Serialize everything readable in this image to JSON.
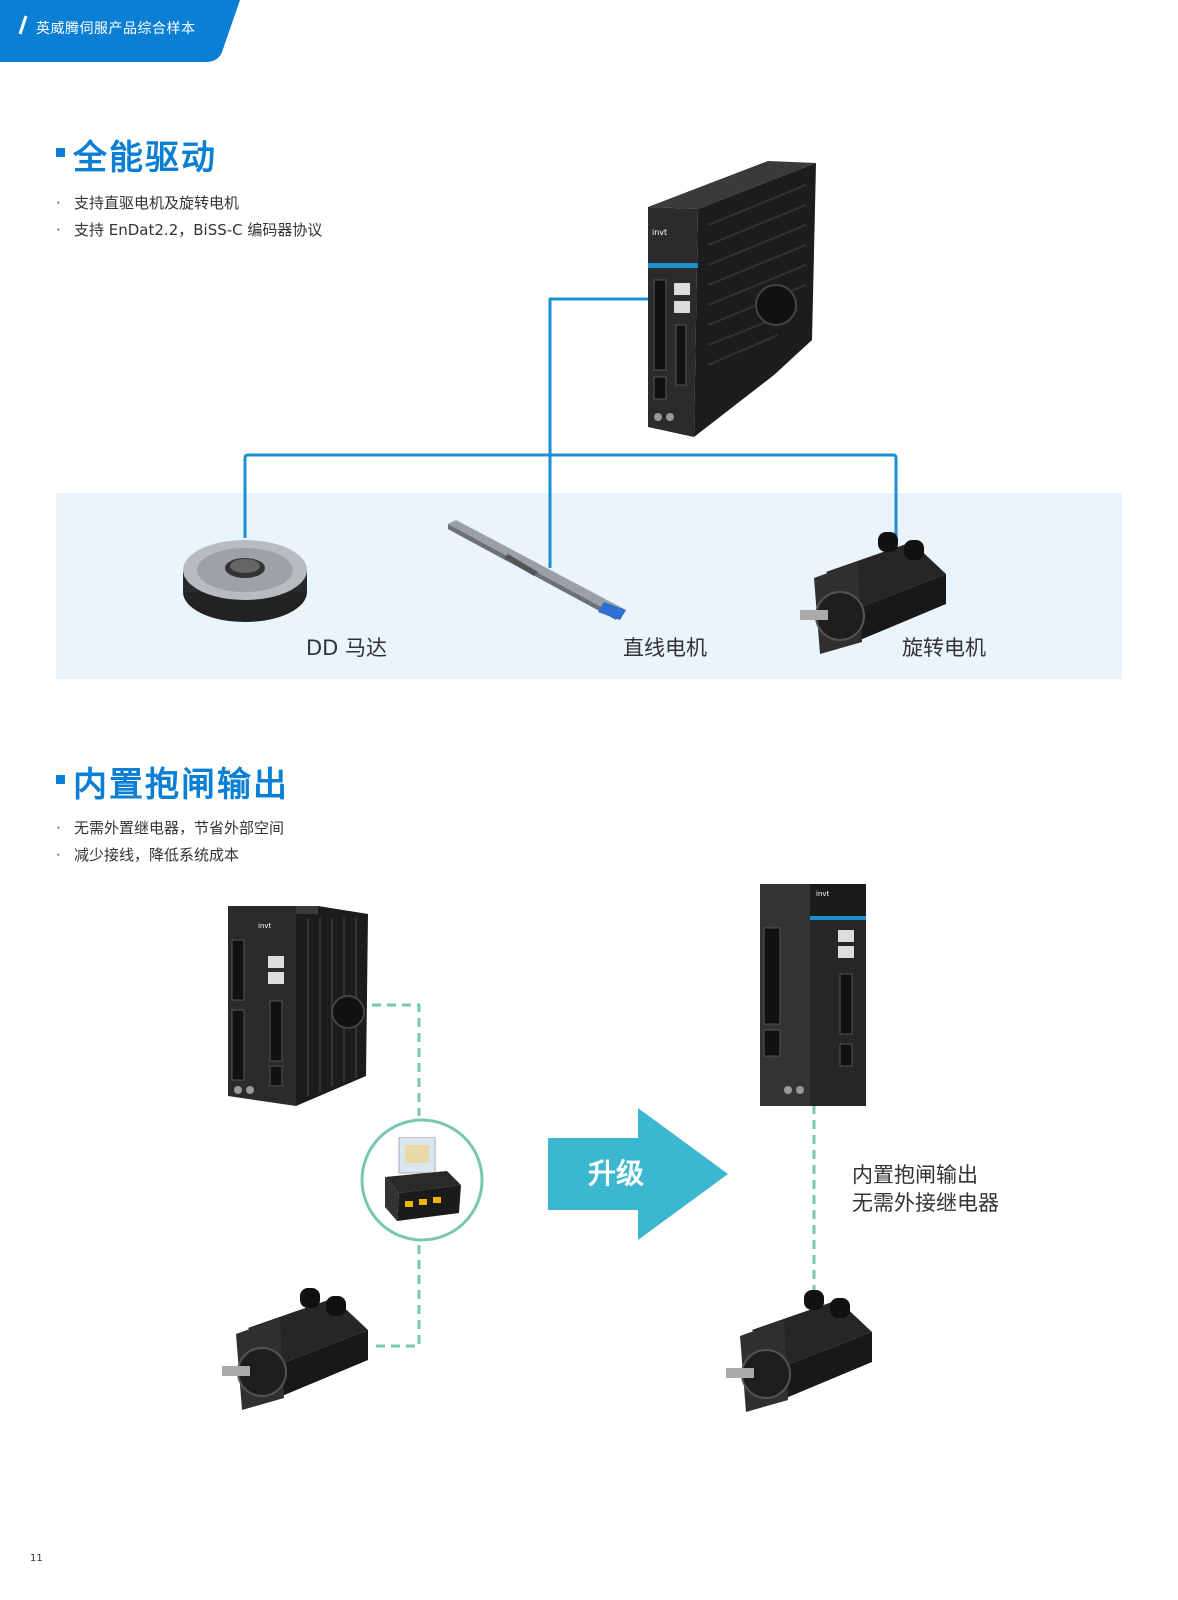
{
  "header": {
    "title": "英威腾伺服产品综合样本"
  },
  "section1": {
    "title": "全能驱动",
    "bullets": [
      "支持直驱电机及旋转电机",
      "支持 EnDat2.2，BiSS-C 编码器协议"
    ],
    "motors": [
      {
        "label": "DD 马达"
      },
      {
        "label": "直线电机"
      },
      {
        "label": "旋转电机"
      }
    ]
  },
  "section2": {
    "title": "内置抱闸输出",
    "bullets": [
      "无需外置继电器，节省外部空间",
      "减少接线，降低系统成本"
    ],
    "upgrade_label": "升级",
    "note_lines": [
      "内置抱闸输出",
      "无需外接继电器"
    ]
  },
  "footer": {
    "page_number": "11"
  },
  "colors": {
    "brand_blue": "#0b7fd4",
    "line_blue": "#1b8fd0",
    "band_bg": "#e9f4fc",
    "arrow_teal": "#3bb8cf",
    "dash_teal": "#78c7b3"
  }
}
